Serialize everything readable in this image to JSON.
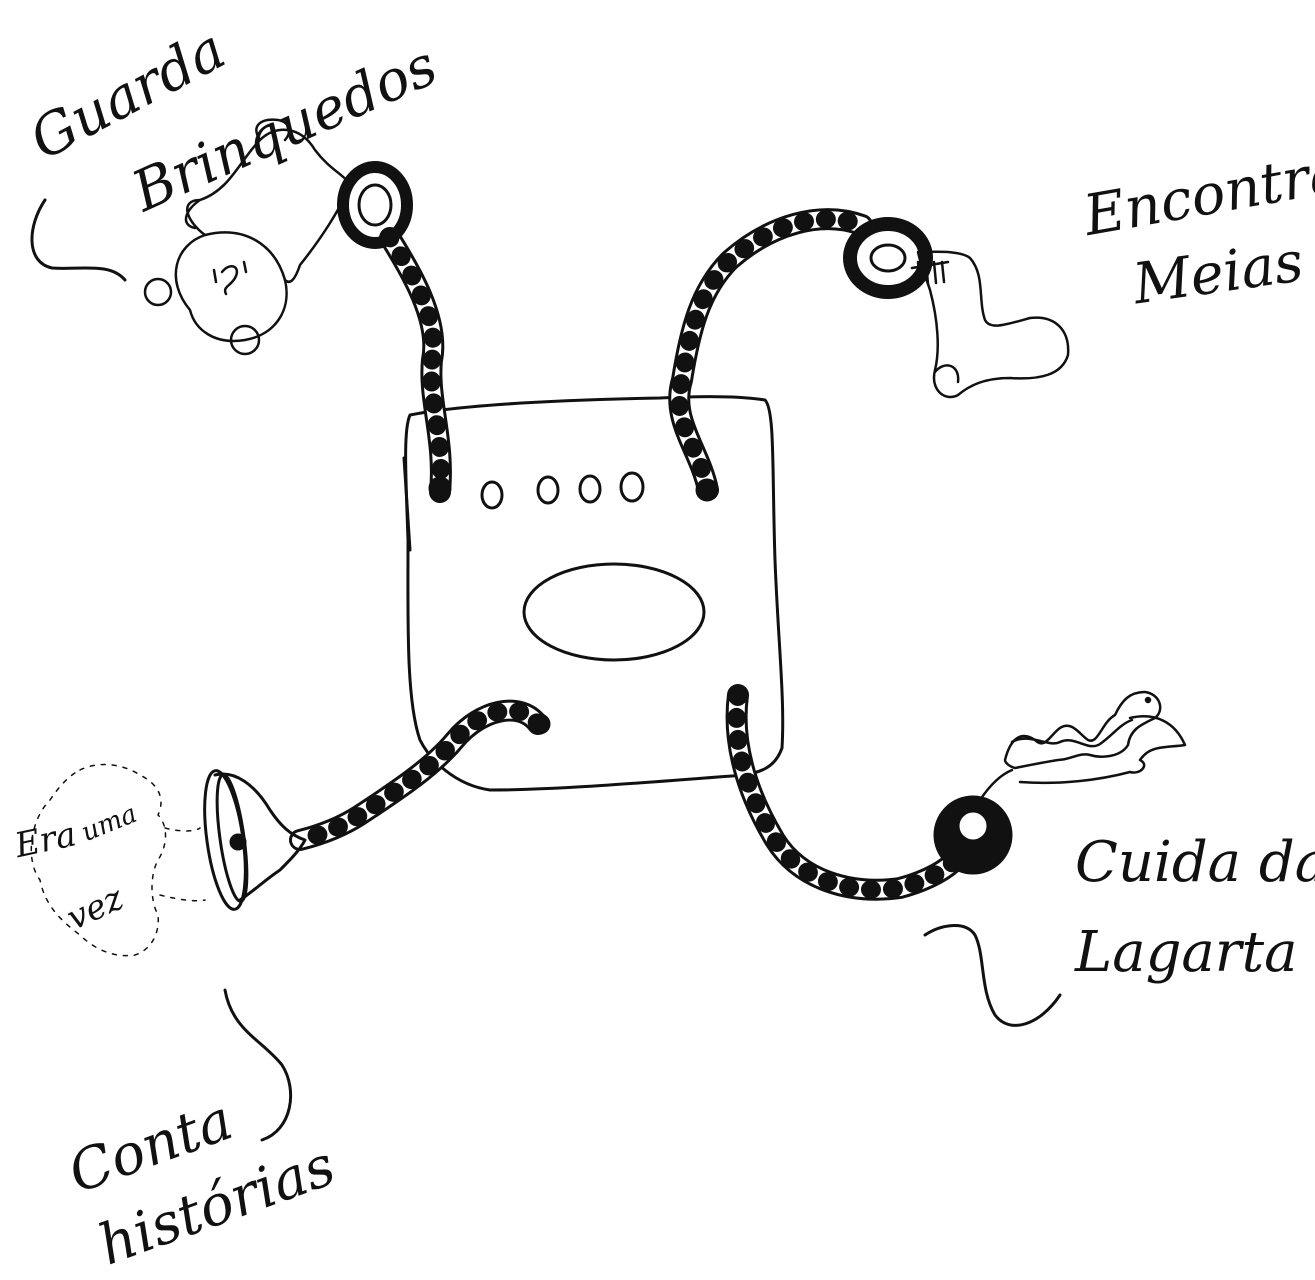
{
  "colors": {
    "ink": "#111111",
    "background": "#ffffff"
  },
  "labels": {
    "guarda_line1": "Guarda",
    "guarda_line2": "Brinquedos",
    "encontra_line1": "Encontra",
    "encontra_line2": "Meias",
    "cuida_line1": "Cuida da",
    "cuida_line2": "Lagarta",
    "conta_line1": "Conta",
    "conta_line2": "histórias",
    "speech_line1": "Era",
    "speech_line2": "uma",
    "speech_line3": "vez"
  },
  "icons": {
    "teddy": "teddy-bear-icon",
    "sock": "sock-icon",
    "caterpillar": "caterpillar-icon",
    "megaphone": "megaphone-icon"
  }
}
